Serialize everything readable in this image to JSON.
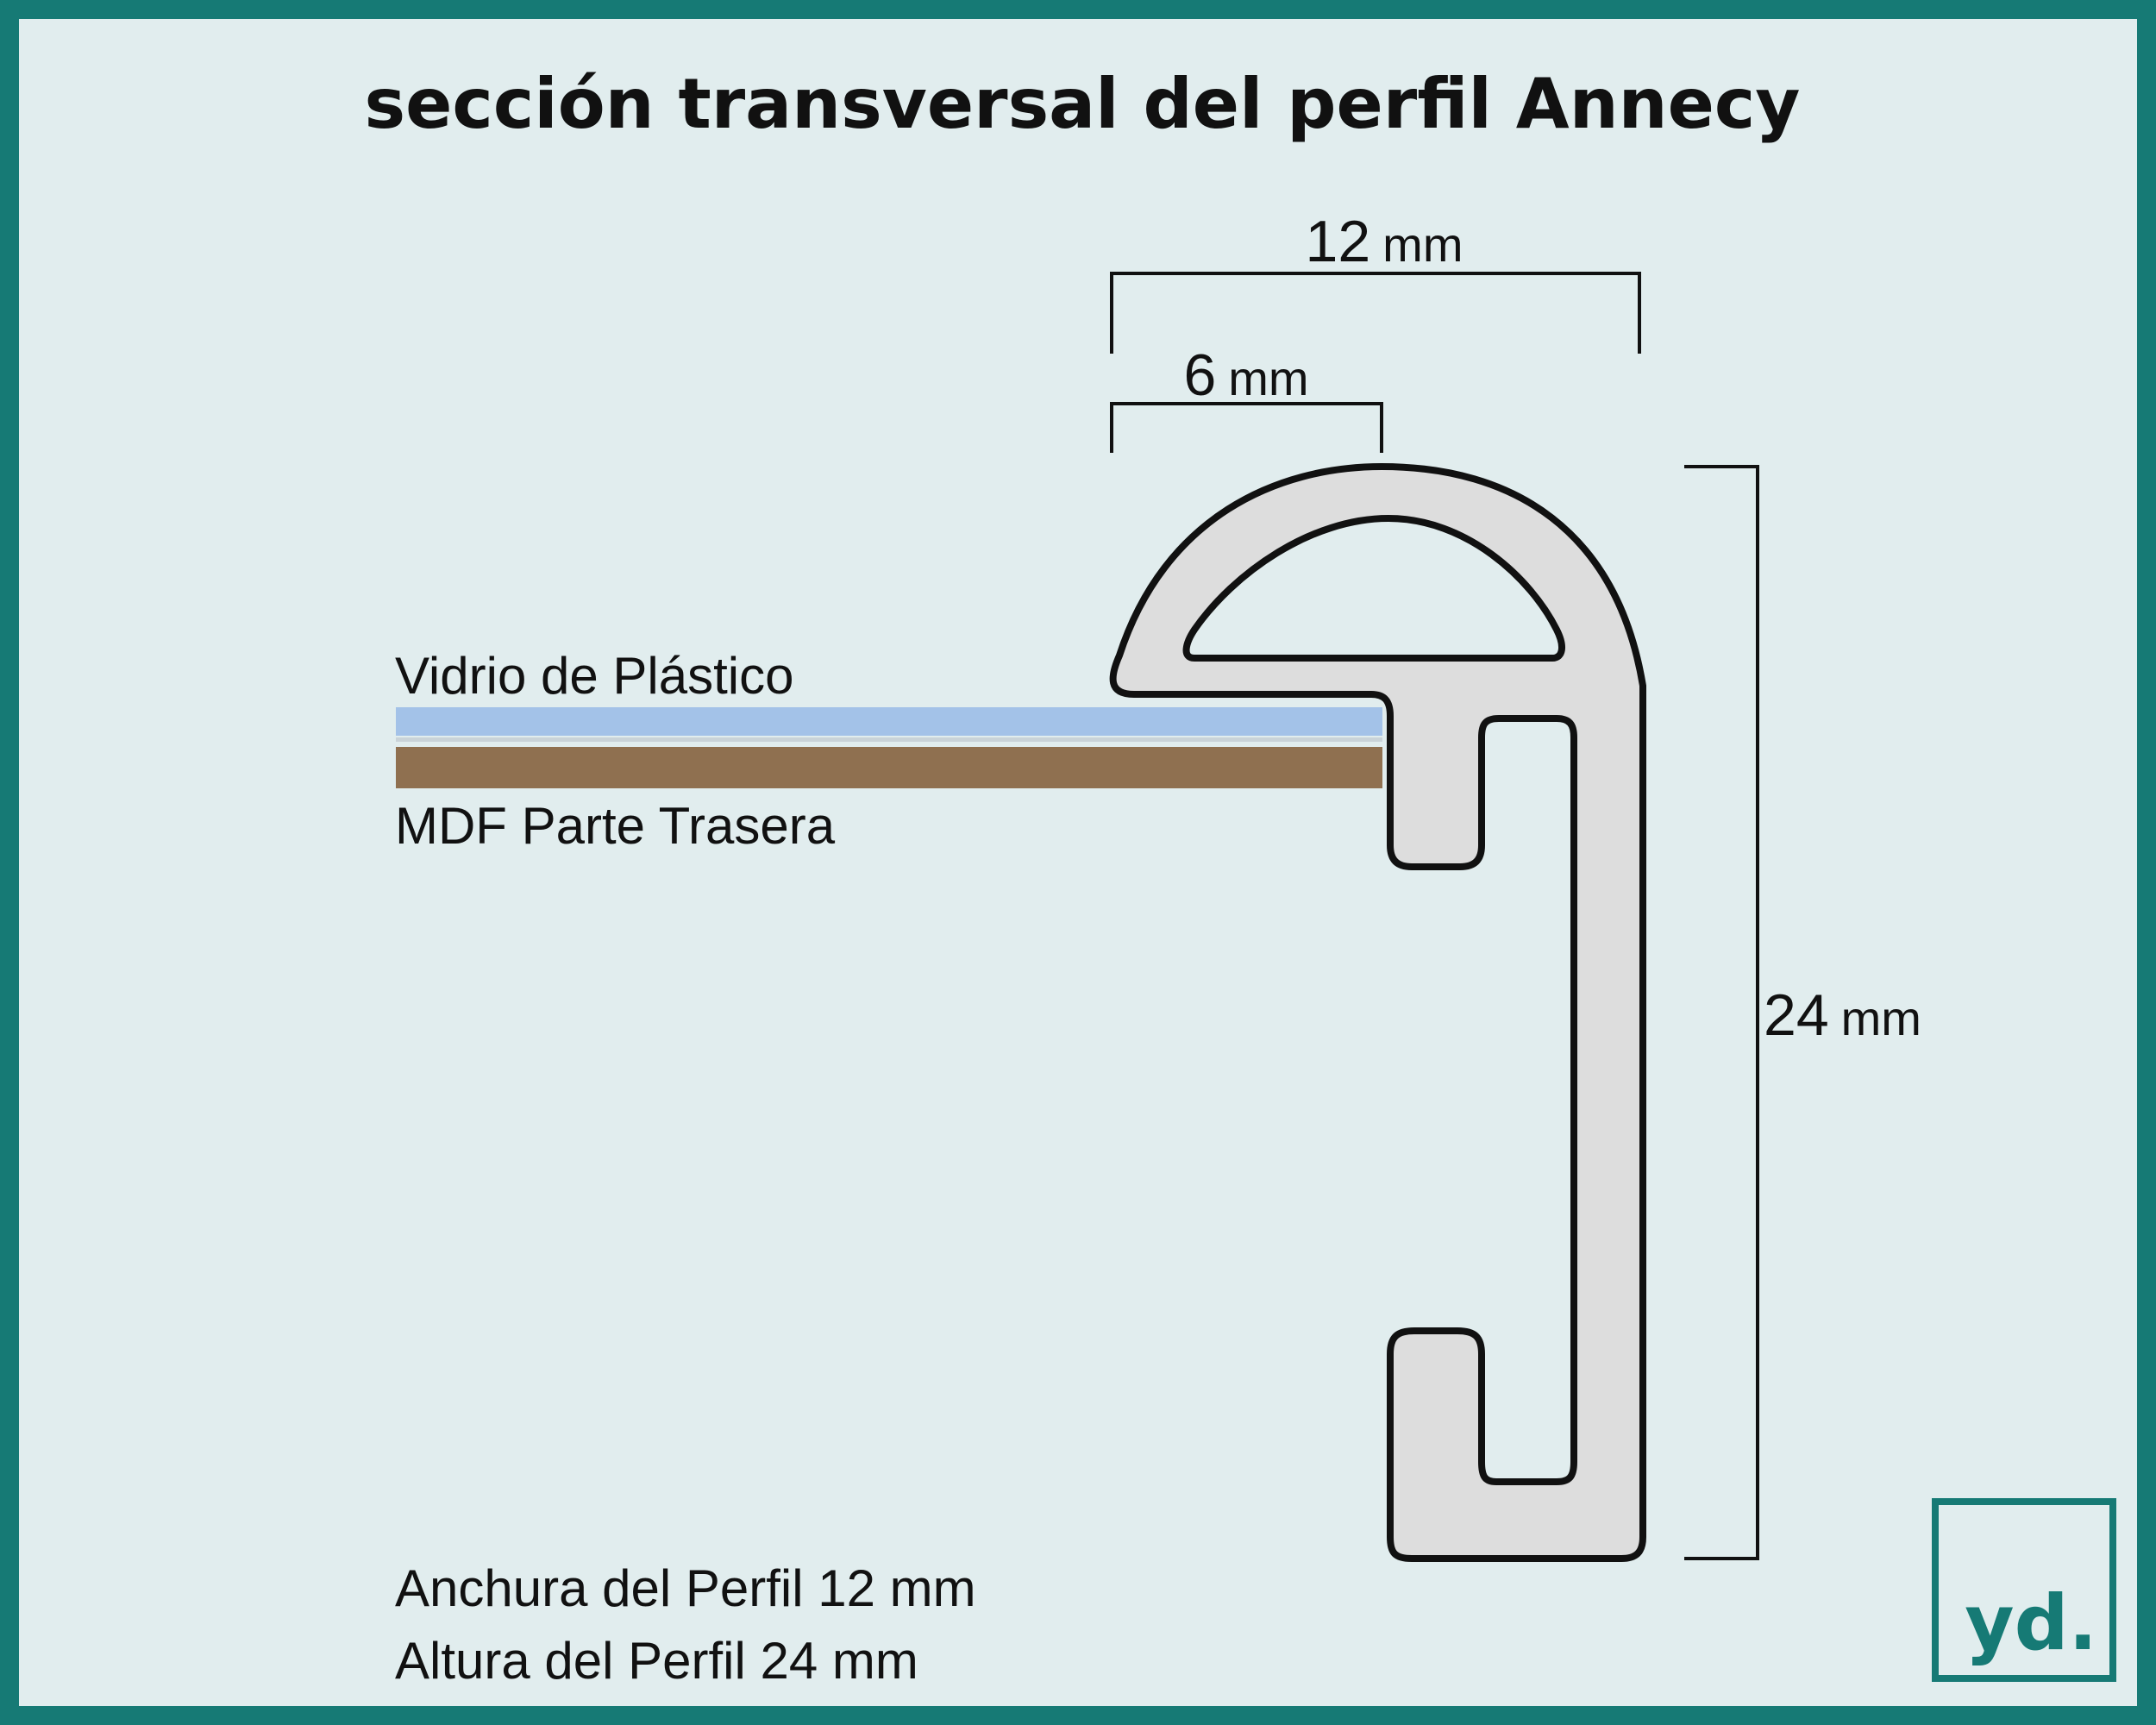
{
  "title": "sección transversal del perfil Annecy",
  "dimensions": {
    "width_total": {
      "value": "12",
      "unit": "mm"
    },
    "rebate": {
      "value": "6",
      "unit": "mm"
    },
    "height": {
      "value": "24",
      "unit": "mm"
    }
  },
  "layers": {
    "glass": {
      "label": "Vidrio de Plástico",
      "color": "#a3c2e8"
    },
    "backing": {
      "label": "MDF Parte Trasera",
      "color": "#8f7050"
    }
  },
  "footer": {
    "line1": "Anchura del Perfil 12 mm",
    "line2": "Altura del Perfil 24 mm"
  },
  "logo": {
    "text": "yd."
  },
  "colors": {
    "border": "#167a75",
    "background": "#e1edee",
    "profile_fill": "#dddddd",
    "outline": "#111111"
  }
}
